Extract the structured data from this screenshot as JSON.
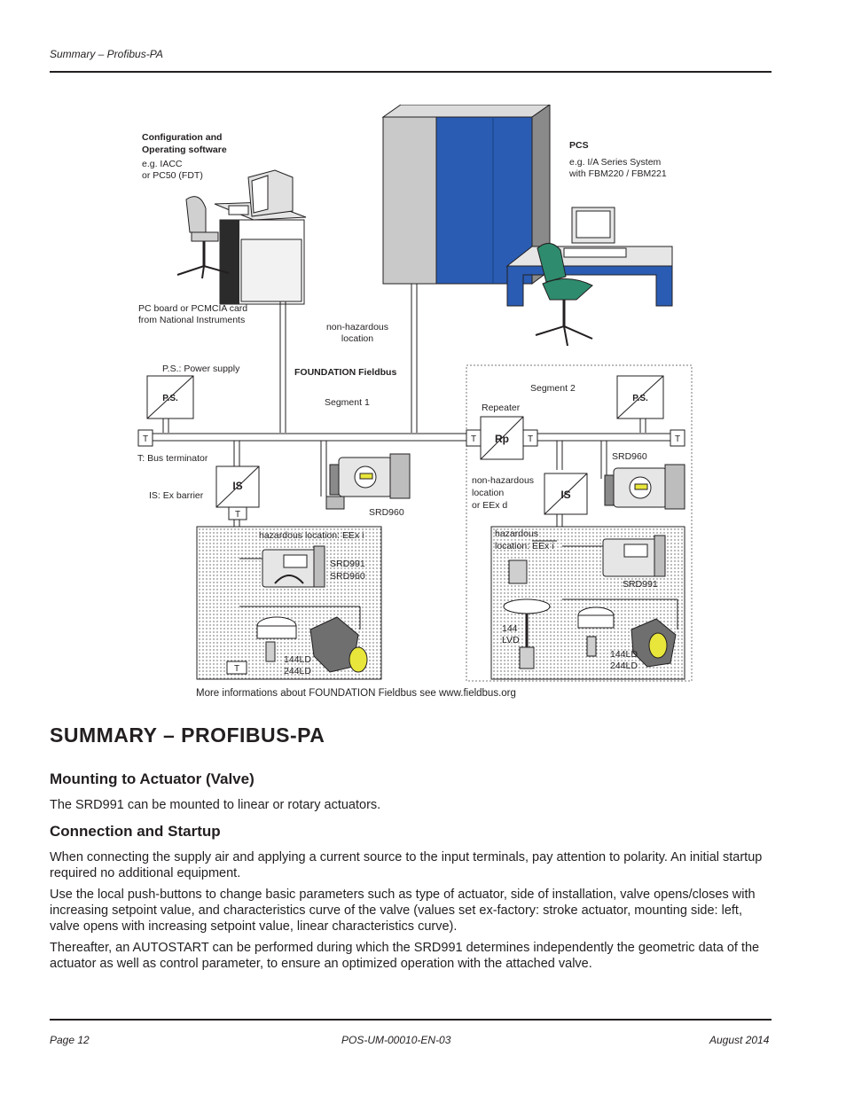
{
  "header": {
    "running_title": "Summary – Profibus-PA"
  },
  "diagram": {
    "config_title_1": "Configuration and",
    "config_title_2": "Operating software",
    "config_sub_1": "e.g. IACC",
    "config_sub_2": "or PC50 (FDT)",
    "pcs_title": "PCS",
    "pcs_sub_1": "e.g. I/A Series System",
    "pcs_sub_2": "with FBM220 / FBM221",
    "pcboard_1": "PC board or PCMCIA card",
    "pcboard_2": "from National Instruments",
    "nonhaz_1": "non-hazardous",
    "nonhaz_2": "location",
    "ps_label": "P.S.: Power supply",
    "ff_label": "FOUNDATION Fieldbus",
    "segment1": "Segment 1",
    "segment2": "Segment 2",
    "repeater": "Repeater",
    "ps_box": "P.S.",
    "t_box": "T",
    "rp_box": "Rp",
    "is_box": "IS",
    "bus_terminator": "T: Bus terminator",
    "ex_barrier": "IS: Ex barrier",
    "srd960": "SRD960",
    "srd991": "SRD991",
    "nonhaz2_1": "non-hazardous",
    "nonhaz2_2": "location",
    "nonhaz2_3": "or EEx d",
    "haz_label": "hazardous location: EEx i",
    "haz2_1": "hazardous",
    "haz2_2": "location: EEx i",
    "ld144": "144LD",
    "ld244": "244LD",
    "lvd_1": "144",
    "lvd_2": "LVD",
    "note": "More informations about FOUNDATION Fieldbus see www.fieldbus.org"
  },
  "section": {
    "title": "Summary – Profibus-PA",
    "mounting_heading": "Mounting to Actuator (Valve)",
    "mounting_text": "The SRD991 can be mounted to linear or rotary actuators.",
    "connection_heading": "Connection and Startup",
    "para1": "When connecting the supply air and applying a current source to the input terminals, pay attention to polarity. An initial startup required no additional equipment.",
    "para2": "Use the local push-buttons to change basic parameters such as type of actuator, side of installation, valve opens/closes with increasing setpoint value, and characteristics curve of the valve (values set ex-factory: stroke actuator, mounting side: left, valve opens with increasing setpoint value, linear characteristics curve).",
    "para3": "Thereafter, an AUTOSTART can be performed during which the SRD991 determines independently the geometric data of the actuator as well as control parameter, to ensure an optimized operation with the attached valve."
  },
  "footer": {
    "page": "Page 12",
    "doc_id": "POS-UM-00010-EN-03",
    "date": "August 2014"
  },
  "colors": {
    "cabinet_blue": "#2a5cb3",
    "chair_green": "#2e8b6e",
    "text": "#231f20"
  }
}
